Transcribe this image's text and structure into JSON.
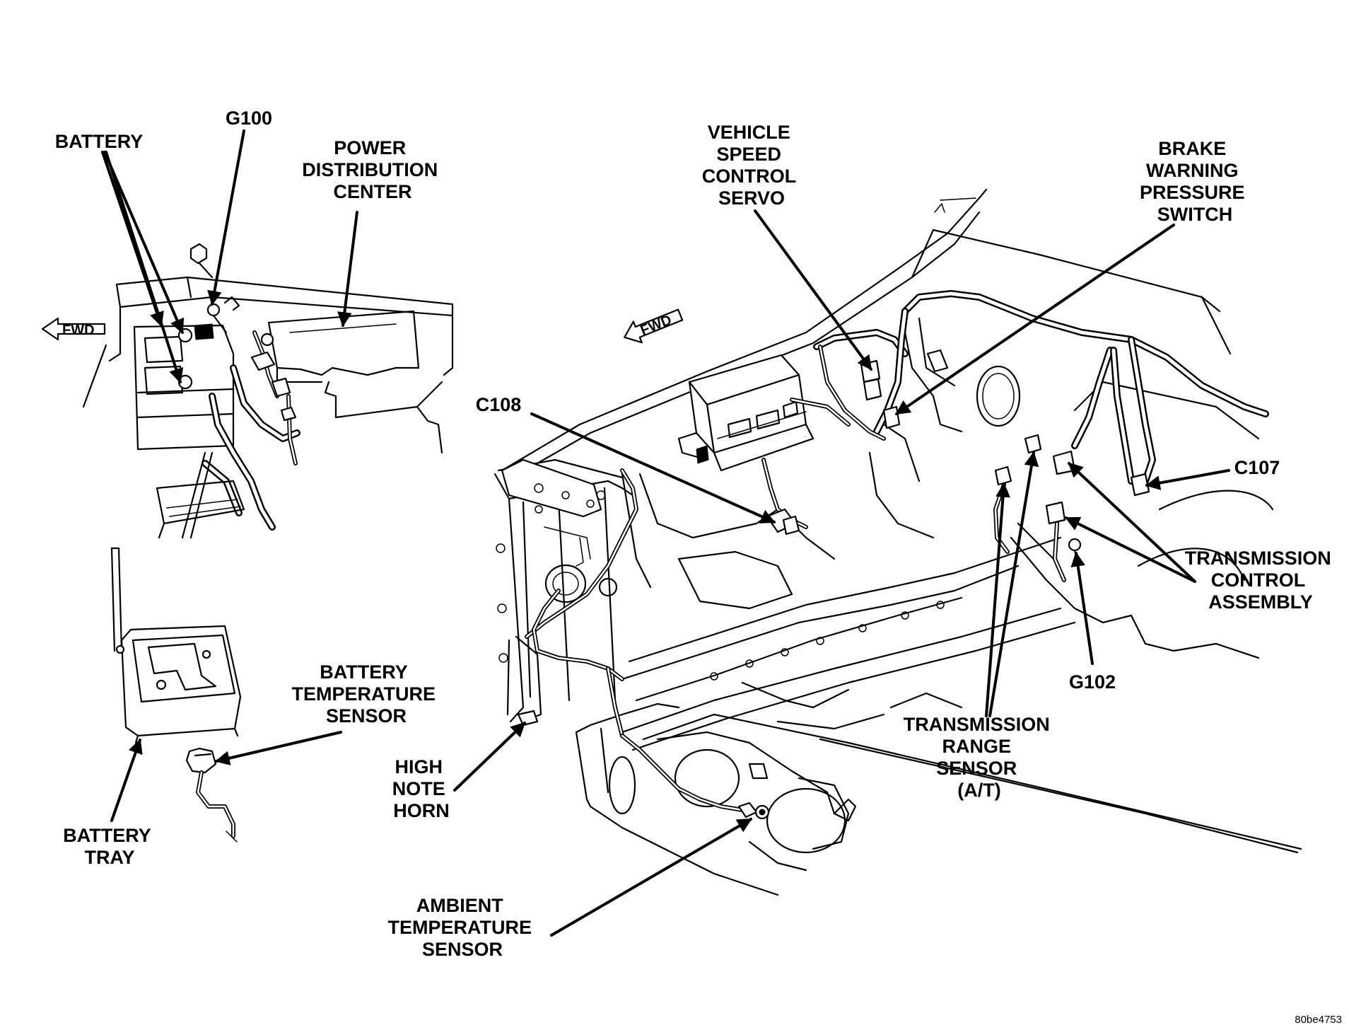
{
  "labels": {
    "battery": [
      "BATTERY"
    ],
    "g100": [
      "G100"
    ],
    "pdc": [
      "POWER",
      "DISTRIBUTION",
      "CENTER"
    ],
    "vscs": [
      "VEHICLE",
      "SPEED",
      "CONTROL",
      "SERVO"
    ],
    "bwps": [
      "BRAKE",
      "WARNING",
      "PRESSURE",
      "SWITCH"
    ],
    "c108": [
      "C108"
    ],
    "c107": [
      "C107"
    ],
    "tca": [
      "TRANSMISSION",
      "CONTROL",
      "ASSEMBLY"
    ],
    "g102": [
      "G102"
    ],
    "trs": [
      "TRANSMISSION",
      "RANGE",
      "SENSOR",
      "(A/T)"
    ],
    "bts": [
      "BATTERY",
      "TEMPERATURE",
      "SENSOR"
    ],
    "tray": [
      "BATTERY",
      "TRAY"
    ],
    "horn": [
      "HIGH",
      "NOTE",
      "HORN"
    ],
    "ats": [
      "AMBIENT",
      "TEMPERATURE",
      "SENSOR"
    ]
  },
  "fwd_left": "FWD",
  "fwd_right": "FWD",
  "figure_ref": "80be4753"
}
